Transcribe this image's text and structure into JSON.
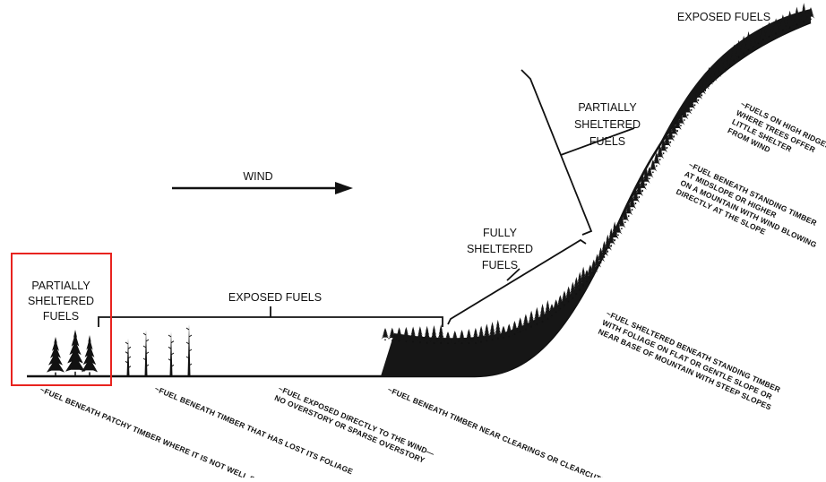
{
  "colors": {
    "ink": "#111111",
    "highlight": "#e8231f",
    "background": "#ffffff"
  },
  "wind": {
    "label": "WIND"
  },
  "labels": {
    "exposed_top": "EXPOSED FUELS",
    "partially_sheltered_slope": [
      "PARTIALLY",
      "SHELTERED",
      "FUELS"
    ],
    "fully_sheltered": [
      "FULLY",
      "SHELTERED",
      "FUELS"
    ],
    "exposed_flat": "EXPOSED FUELS",
    "partially_sheltered_left": [
      "PARTIALLY",
      "SHELTERED",
      "FUELS"
    ]
  },
  "notes": {
    "high_ridges": [
      "~FUELS ON HIGH RIDGES",
      "WHERE TREES OFFER",
      "LITTLE SHELTER",
      "FROM WIND"
    ],
    "midslope": [
      "~FUEL BENEATH STANDING TIMBER",
      "AT MIDSLOPE OR HIGHER",
      "ON A MOUNTAIN WITH WIND BLOWING",
      "DIRECTLY AT THE SLOPE"
    ],
    "flat_sheltered": [
      "~FUEL SHELTERED BENEATH STANDING TIMBER",
      "WITH FOLIAGE ON FLAT OR GENTLE SLOPE OR",
      "NEAR BASE OF MOUNTAIN WITH STEEP SLOPES"
    ],
    "patchy": "~FUEL BENEATH PATCHY TIMBER WHERE IT IS NOT WELL SHELTERED",
    "lost_foliage": "~FUEL BENEATH TIMBER THAT HAS LOST ITS FOLIAGE",
    "exposed_wind": [
      "~FUEL EXPOSED DIRECTLY TO THE WIND—",
      "NO OVERSTORY OR SPARSE OVERSTORY"
    ],
    "clearings": "~FUEL BENEATH TIMBER NEAR CLEARINGS OR CLEARCUTS"
  },
  "icons": {
    "trees": "conifer-tree-icon",
    "snags": "snag-tree-icon",
    "arrow": "wind-arrow-icon"
  }
}
